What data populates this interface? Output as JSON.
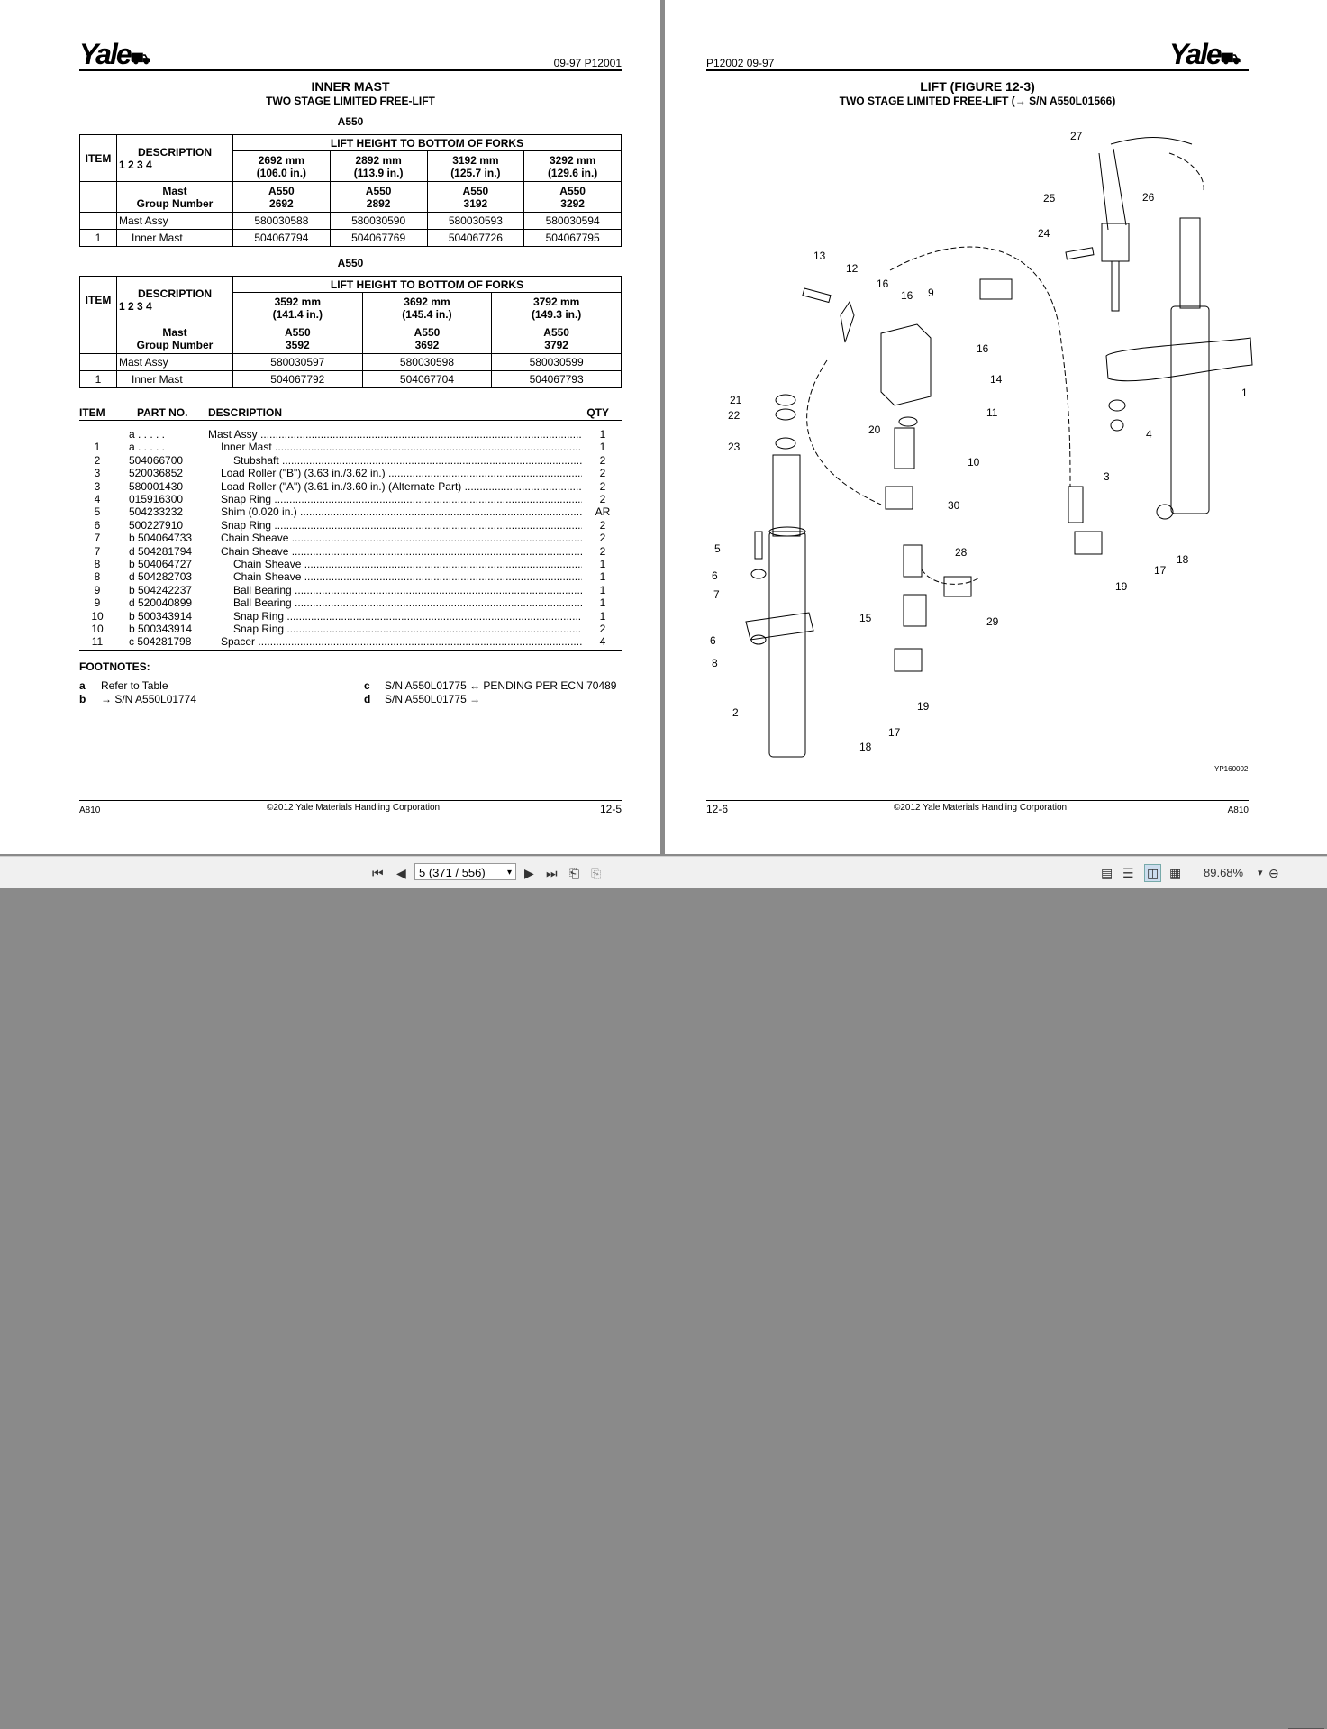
{
  "viewer": {
    "page_field": "5 (371 / 556)",
    "zoom": "89.68%"
  },
  "left_page": {
    "logo": "Yale",
    "header": "09-97   P12001",
    "title": "INNER MAST",
    "subtitle": "TWO STAGE LIMITED FREE-LIFT",
    "model1": "A550",
    "table1": {
      "item_head": "ITEM",
      "desc_head": "DESCRIPTION",
      "desc_nums": "1  2  3  4",
      "lift_head": "LIFT HEIGHT TO BOTTOM OF FORKS",
      "heights": [
        [
          "2692 mm",
          "(106.0 in.)"
        ],
        [
          "2892 mm",
          "(113.9 in.)"
        ],
        [
          "3192 mm",
          "(125.7 in.)"
        ],
        [
          "3292 mm",
          "(129.6 in.)"
        ]
      ],
      "group_label": [
        "Mast",
        "Group Number"
      ],
      "groups": [
        [
          "A550",
          "2692"
        ],
        [
          "A550",
          "2892"
        ],
        [
          "A550",
          "3192"
        ],
        [
          "A550",
          "3292"
        ]
      ],
      "rows": [
        {
          "item": "",
          "desc": "Mast Assy",
          "vals": [
            "580030588",
            "580030590",
            "580030593",
            "580030594"
          ]
        },
        {
          "item": "1",
          "desc": "Inner Mast",
          "vals": [
            "504067794",
            "504067769",
            "504067726",
            "504067795"
          ]
        }
      ]
    },
    "model2": "A550",
    "table2": {
      "item_head": "ITEM",
      "desc_head": "DESCRIPTION",
      "desc_nums": "1  2  3  4",
      "lift_head": "LIFT HEIGHT TO BOTTOM OF FORKS",
      "heights": [
        [
          "3592 mm",
          "(141.4 in.)"
        ],
        [
          "3692 mm",
          "(145.4 in.)"
        ],
        [
          "3792 mm",
          "(149.3 in.)"
        ]
      ],
      "group_label": [
        "Mast",
        "Group Number"
      ],
      "groups": [
        [
          "A550",
          "3592"
        ],
        [
          "A550",
          "3692"
        ],
        [
          "A550",
          "3792"
        ]
      ],
      "rows": [
        {
          "item": "",
          "desc": "Mast Assy",
          "vals": [
            "580030597",
            "580030598",
            "580030599"
          ]
        },
        {
          "item": "1",
          "desc": "Inner Mast",
          "vals": [
            "504067792",
            "504067704",
            "504067793"
          ]
        }
      ]
    },
    "parts_head": {
      "item": "ITEM",
      "part": "PART NO.",
      "desc": "DESCRIPTION",
      "qty": "QTY"
    },
    "parts": [
      {
        "item": "",
        "part": "a . . . . .",
        "desc": "Mast Assy",
        "indent": 0,
        "qty": "1"
      },
      {
        "item": "1",
        "part": "a . . . . .",
        "desc": "Inner Mast",
        "indent": 1,
        "qty": "1"
      },
      {
        "item": "2",
        "part": "504066700",
        "desc": "Stubshaft",
        "indent": 2,
        "qty": "2"
      },
      {
        "item": "3",
        "part": "520036852",
        "desc": "Load Roller (\"B\") (3.63 in./3.62 in.)",
        "indent": 1,
        "qty": "2"
      },
      {
        "item": "3",
        "part": "580001430",
        "desc": "Load Roller (\"A\") (3.61 in./3.60 in.) (Alternate Part)",
        "indent": 1,
        "qty": "2"
      },
      {
        "item": "4",
        "part": "015916300",
        "desc": "Snap Ring",
        "indent": 1,
        "qty": "2"
      },
      {
        "item": "5",
        "part": "504233232",
        "desc": "Shim (0.020 in.)",
        "indent": 1,
        "qty": "AR"
      },
      {
        "item": "6",
        "part": "500227910",
        "desc": "Snap Ring",
        "indent": 1,
        "qty": "2"
      },
      {
        "item": "7",
        "part": "b 504064733",
        "desc": "Chain Sheave",
        "indent": 1,
        "qty": "2"
      },
      {
        "item": "7",
        "part": "d 504281794",
        "desc": "Chain Sheave",
        "indent": 1,
        "qty": "2"
      },
      {
        "item": "8",
        "part": "b 504064727",
        "desc": "Chain Sheave",
        "indent": 2,
        "qty": "1"
      },
      {
        "item": "8",
        "part": "d 504282703",
        "desc": "Chain Sheave",
        "indent": 2,
        "qty": "1"
      },
      {
        "item": "9",
        "part": "b 504242237",
        "desc": "Ball Bearing",
        "indent": 2,
        "qty": "1"
      },
      {
        "item": "9",
        "part": "d 520040899",
        "desc": "Ball Bearing",
        "indent": 2,
        "qty": "1"
      },
      {
        "item": "10",
        "part": "b 500343914",
        "desc": "Snap Ring",
        "indent": 2,
        "qty": "1"
      },
      {
        "item": "10",
        "part": "b 500343914",
        "desc": "Snap Ring",
        "indent": 2,
        "qty": "2"
      },
      {
        "item": "11",
        "part": "c 504281798",
        "desc": "Spacer",
        "indent": 1,
        "qty": "4"
      }
    ],
    "footnotes_title": "FOOTNOTES:",
    "footnotes": [
      {
        "key": "a",
        "text": "Refer to Table"
      },
      {
        "key": "b",
        "text": "→ S/N A550L01774"
      },
      {
        "key": "c",
        "text": "S/N A550L01775 ↔ PENDING PER ECN 70489"
      },
      {
        "key": "d",
        "text": "S/N A550L01775 →"
      }
    ],
    "footer_left": "A810",
    "footer_center": "©2012 Yale Materials Handling Corporation",
    "footer_right": "12-5"
  },
  "right_page": {
    "logo": "Yale",
    "header": "P12002   09-97",
    "title": "LIFT (FIGURE 12-3)",
    "subtitle": "TWO STAGE LIMITED FREE-LIFT  (→ S/N A550L01566)",
    "figure_id": "YP160002",
    "callouts": [
      "27",
      "25",
      "26",
      "24",
      "13",
      "12",
      "16",
      "16",
      "9",
      "16",
      "14",
      "1",
      "21",
      "22",
      "11",
      "4",
      "20",
      "23",
      "10",
      "3",
      "30",
      "5",
      "28",
      "6",
      "18",
      "17",
      "7",
      "19",
      "15",
      "29",
      "6",
      "8",
      "19",
      "2",
      "17",
      "18"
    ],
    "footer_left": "12-6",
    "footer_center": "©2012 Yale Materials Handling Corporation",
    "footer_right": "A810"
  }
}
